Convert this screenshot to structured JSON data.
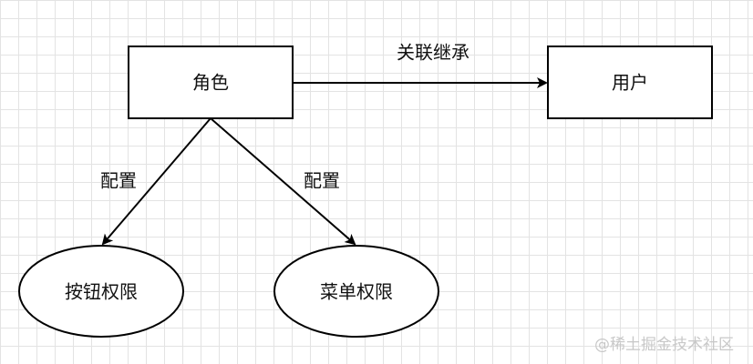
{
  "nodes": {
    "role": "角色",
    "user": "用户",
    "button_permission": "按钮权限",
    "menu_permission": "菜单权限"
  },
  "edges": {
    "inherit": "关联继承",
    "config_left": "配置",
    "config_right": "配置"
  },
  "watermark": "@稀土掘金技术社区",
  "colors": {
    "stroke": "#000000",
    "grid": "#e3e3e3",
    "watermark": "#c8c8c8"
  }
}
